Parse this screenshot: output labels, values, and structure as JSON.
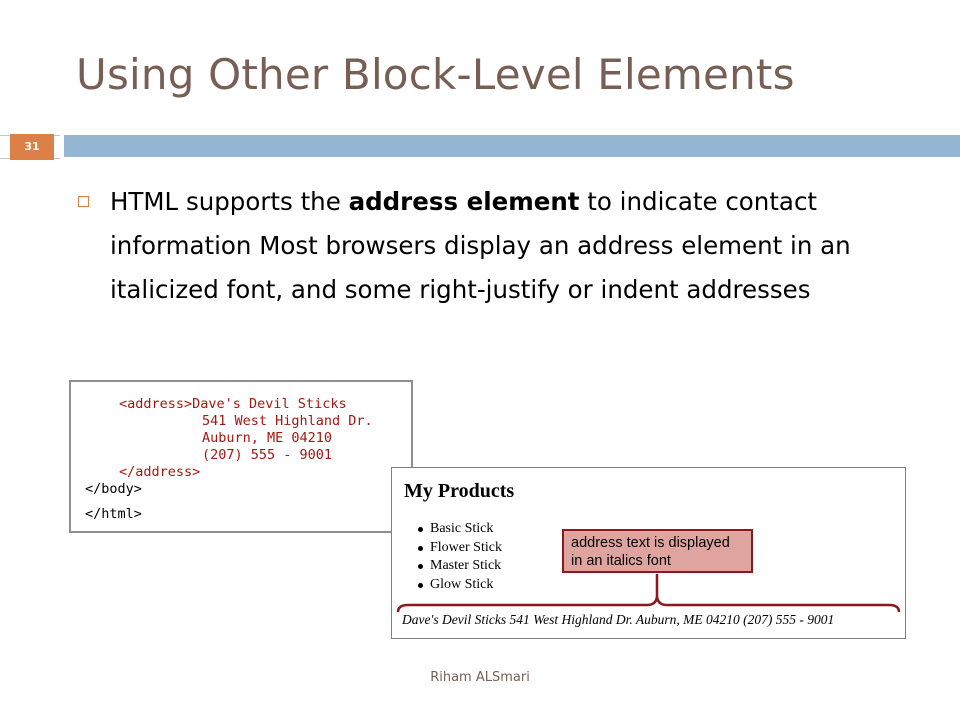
{
  "slide": {
    "title": "Using Other Block-Level Elements",
    "number": "31",
    "bullet": {
      "part1": "HTML supports the ",
      "bold": "address element",
      "part2": " to indicate contact information Most browsers display an address element in an italicized font, and some right-justify or indent addresses"
    },
    "footer": "Riham ALSmari"
  },
  "code_figure": {
    "lines": [
      "<address>Dave's Devil Sticks",
      "541 West Highland Dr.",
      "Auburn, ME 04210",
      "(207) 555 - 9001",
      "</address>",
      "</body>",
      "</html>"
    ]
  },
  "browser_figure": {
    "heading": "My Products",
    "products": [
      "Basic Stick",
      "Flower Stick",
      "Master Stick",
      "Glow Stick"
    ],
    "callout_line1": "address text is displayed",
    "callout_line2": "in an italics font",
    "address_text": "Dave's Devil Sticks 541 West Highland Dr. Auburn, ME 04210 (207) 555 - 9001"
  },
  "colors": {
    "title": "#775f55",
    "accent_orange": "#dd8047",
    "accent_blue": "#94b6d2",
    "code_red": "#a21912",
    "callout_fill": "#dfa49f",
    "callout_border": "#8b1a1f"
  }
}
